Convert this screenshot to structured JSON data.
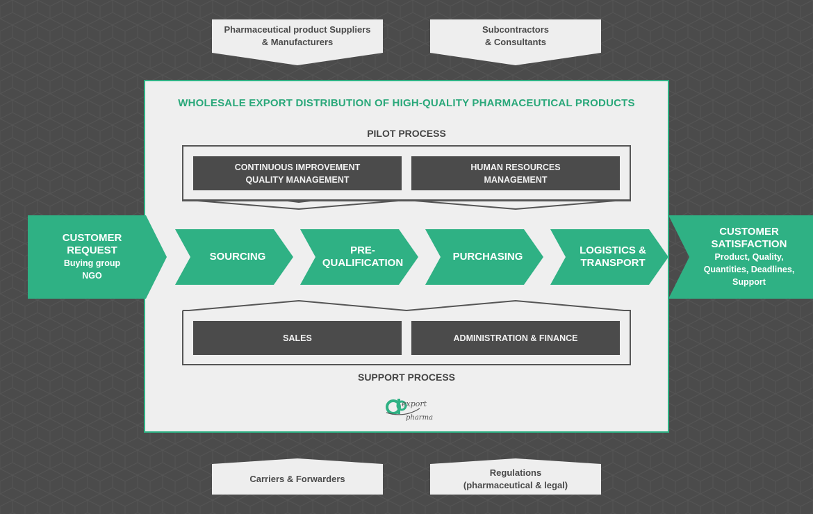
{
  "inputs_top": {
    "suppliers": [
      "Pharmaceutical product Suppliers",
      "& Manufacturers"
    ],
    "subcontractors": [
      "Subcontractors",
      "& Consultants"
    ]
  },
  "inputs_bottom": {
    "carriers": [
      "Carriers & Forwarders"
    ],
    "regulations": [
      "Regulations",
      "(pharmaceutical & legal)"
    ]
  },
  "panel": {
    "title": "WHOLESALE EXPORT DISTRIBUTION OF HIGH-QUALITY PHARMACEUTICAL PRODUCTS",
    "pilot_label": "PILOT PROCESS",
    "support_label": "SUPPORT PROCESS"
  },
  "pilot_boxes": [
    [
      "CONTINUOUS IMPROVEMENT",
      "QUALITY MANAGEMENT"
    ],
    [
      "HUMAN RESOURCES",
      "MANAGEMENT"
    ]
  ],
  "support_boxes": [
    [
      "SALES"
    ],
    [
      "ADMINISTRATION & FINANCE"
    ]
  ],
  "stages": [
    [
      "SOURCING"
    ],
    [
      "PRE-",
      "QUALIFICATION"
    ],
    [
      "PURCHASING"
    ],
    [
      "LOGISTICS &",
      "TRANSPORT"
    ]
  ],
  "customer_request": {
    "title": [
      "CUSTOMER",
      "REQUEST"
    ],
    "sub": [
      "Buying group",
      "NGO"
    ]
  },
  "customer_satisfaction": {
    "title": [
      "CUSTOMER",
      "SATISFACTION"
    ],
    "sub": [
      "Product, Quality,",
      "Quantities, Deadlines,",
      "Support"
    ]
  },
  "logo": {
    "mark": "cfp",
    "line1": "export",
    "line2": "pharma"
  },
  "colors": {
    "background": "#4b4b4b",
    "accent_green": "#2fb184",
    "panel": "#efefef",
    "dark_box": "#4b4b4b"
  }
}
